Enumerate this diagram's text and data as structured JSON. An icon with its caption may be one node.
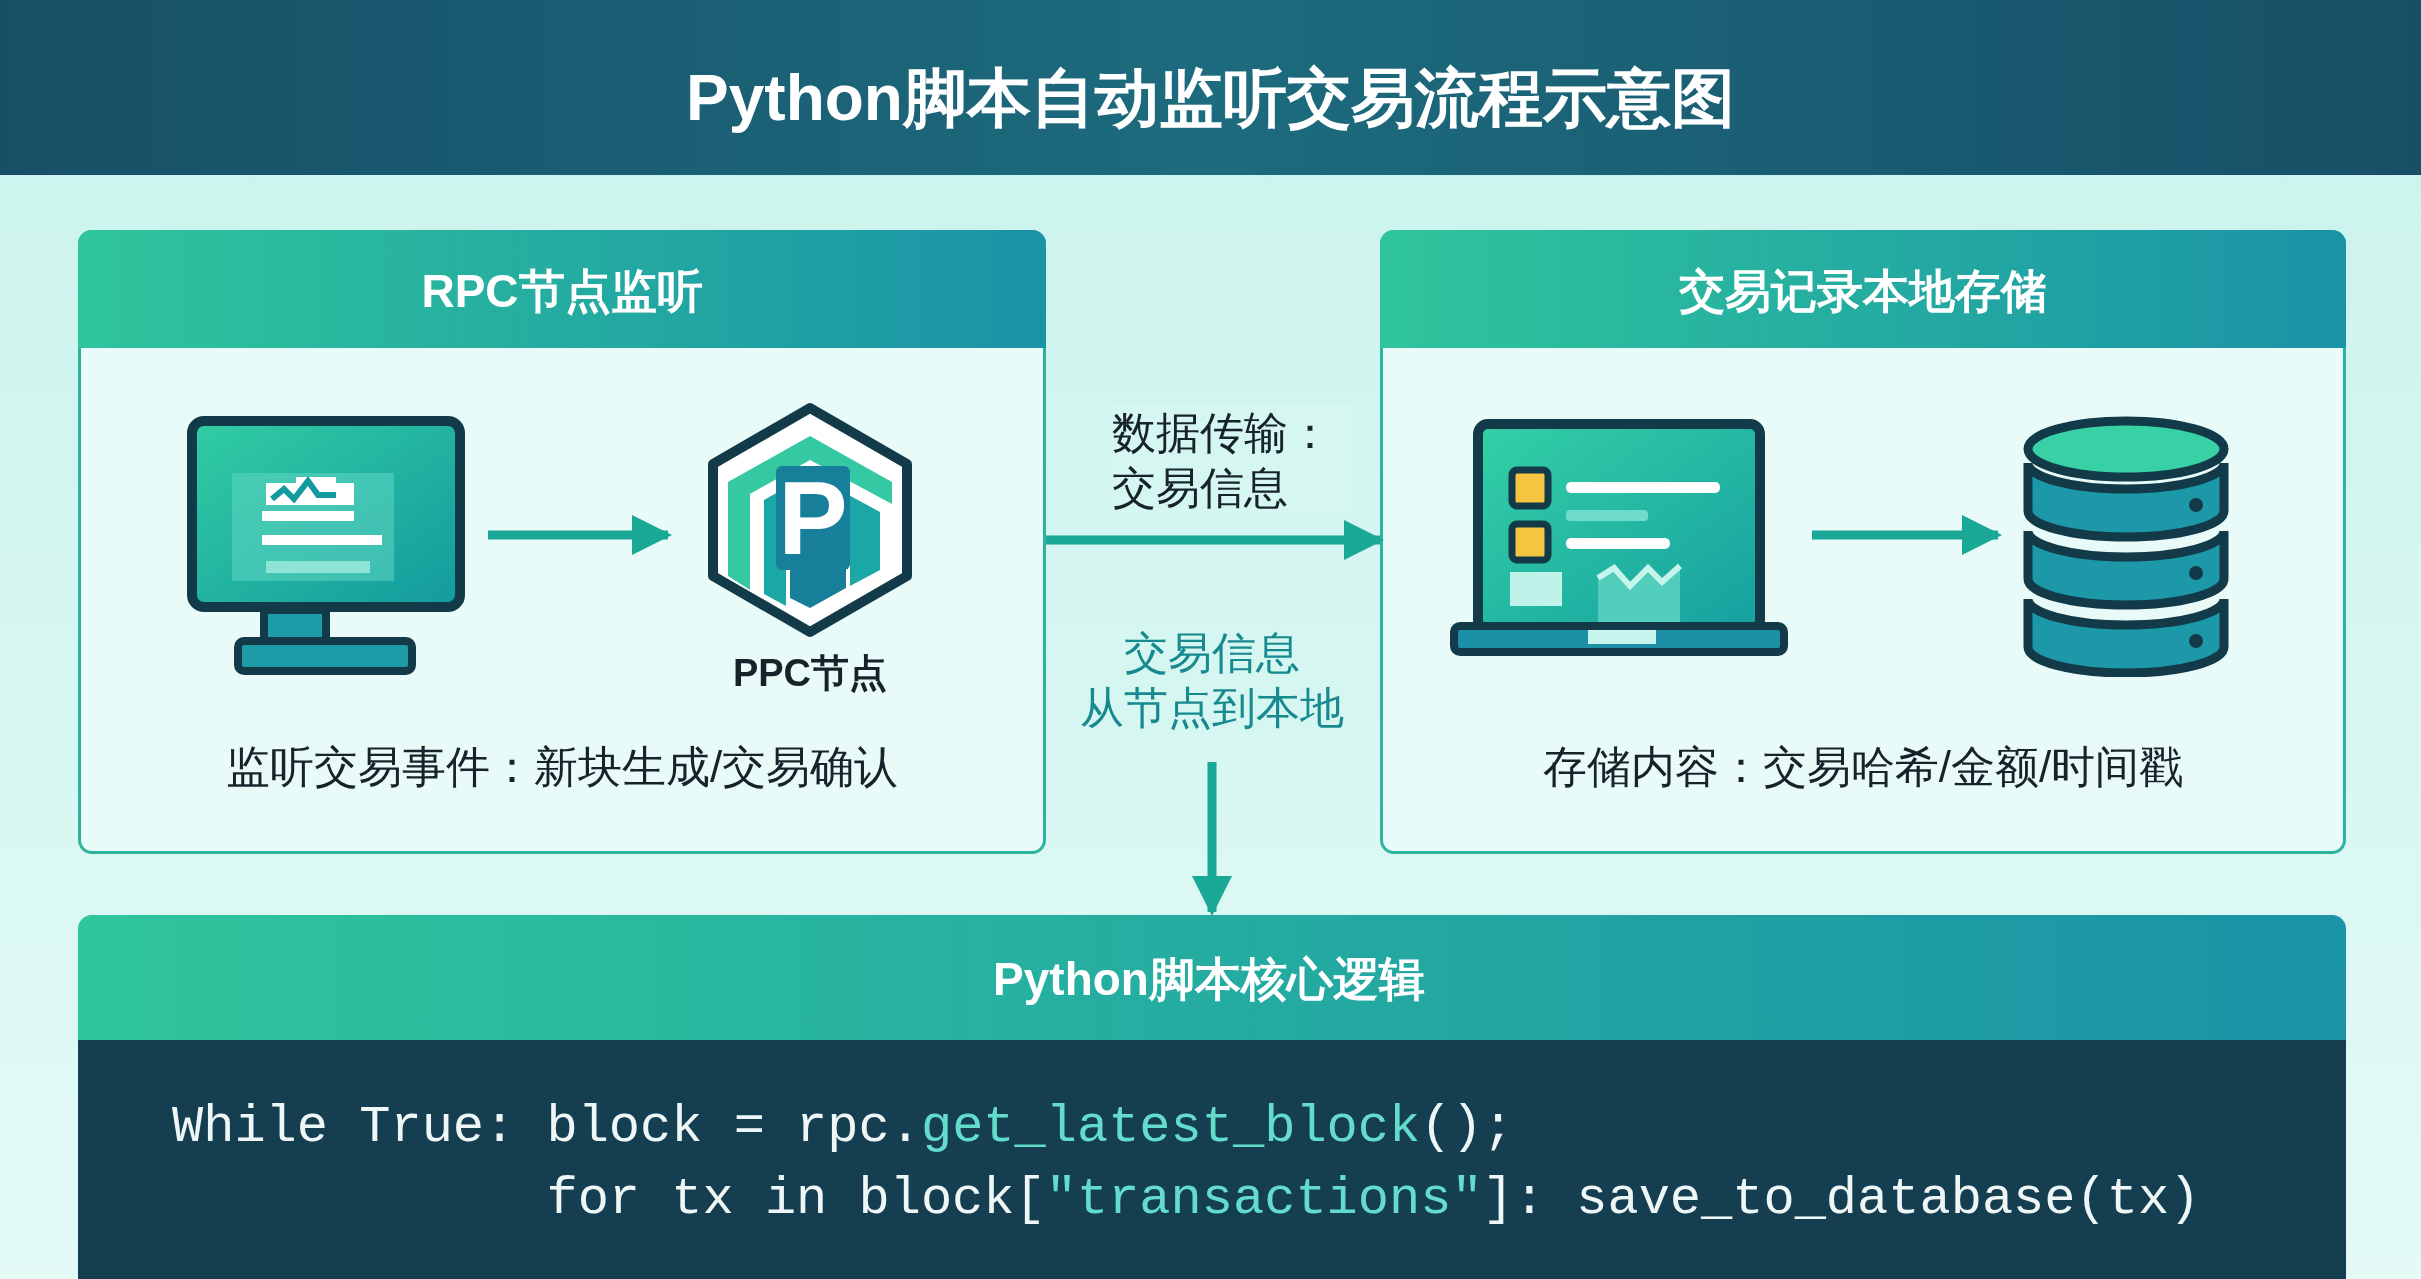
{
  "diagram": {
    "title": "Python脚本自动监听交易流程示意图",
    "nodes": [
      {
        "text": [
          "RPC节点监听",
          "监听交易事件：新块生成/交易确认"
        ]
      },
      {
        "text": [],
        "shape": "picture",
        "in": 0
      },
      {
        "text": [
          "P",
          "PPC节点"
        ],
        "in": 0
      },
      {
        "text": [
          "交易记录本地存储",
          "存储内容：交易哈希/金额/时间戳"
        ]
      },
      {
        "text": [],
        "shape": "picture",
        "in": 3
      },
      {
        "text": [],
        "shape": "cylinder",
        "in": 3
      },
      {
        "text": [
          "Python脚本核心逻辑",
          "While True: block = rpc.get_latest_block();",
          "for tx in block[\"transactions\"]: save_to_database(tx)"
        ]
      }
    ],
    "edges": [
      {
        "from": 1,
        "to": 2,
        "arrow": "to"
      },
      {
        "from": 4,
        "to": 5,
        "arrow": "to"
      },
      {
        "from": 0,
        "to": 3,
        "arrow": "to",
        "label": "数据传输：交易信息"
      },
      {
        "from": null,
        "to": 6,
        "arrow": "to",
        "label": "交易信息从节点到本地"
      }
    ]
  }
}
